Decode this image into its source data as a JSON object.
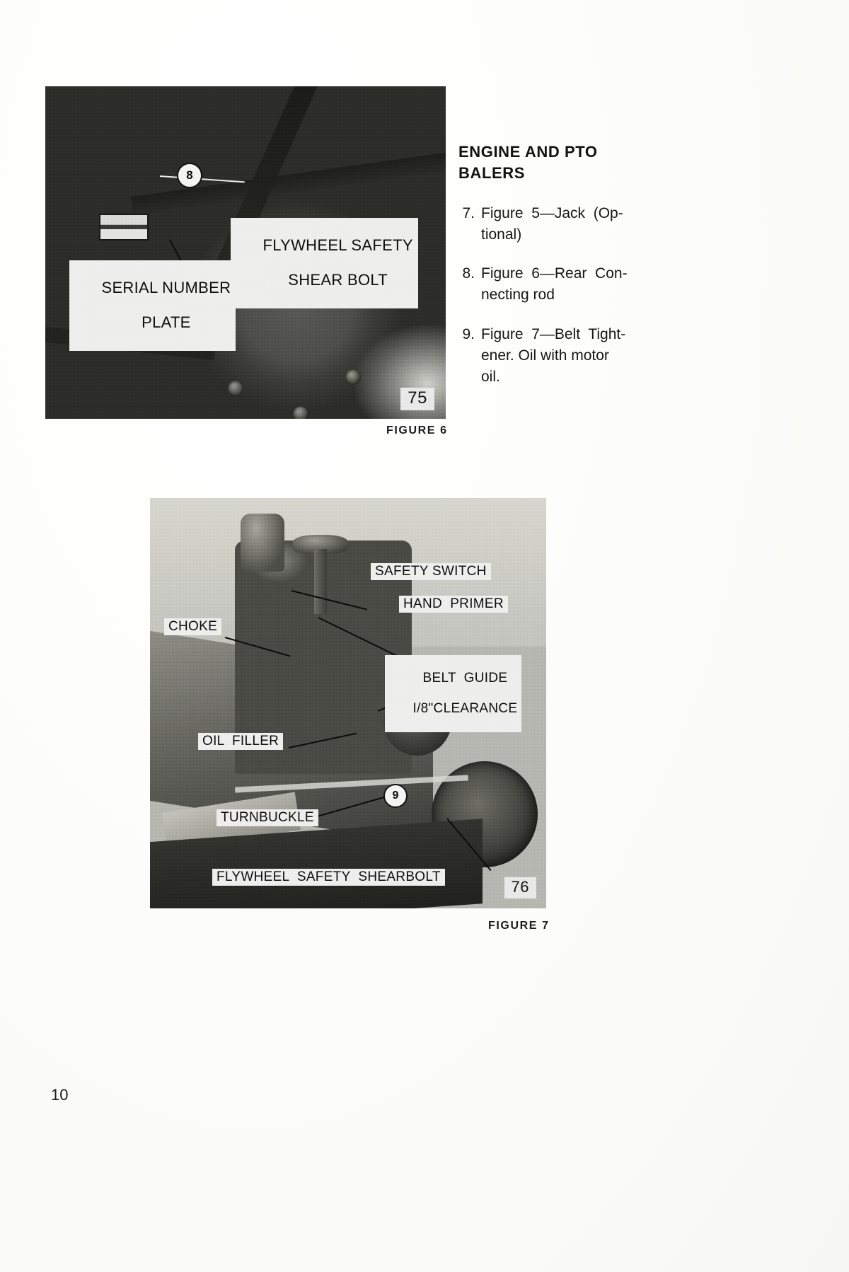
{
  "page": {
    "number": "10"
  },
  "text_column": {
    "heading_line1": "ENGINE AND PTO",
    "heading_line2": "BALERS",
    "items": [
      {
        "number": "7.",
        "lines": [
          "Figure  5—Jack  (Op-",
          "tional)"
        ],
        "text": "Figure 5—Jack (Optional)"
      },
      {
        "number": "8.",
        "lines": [
          "Figure  6—Rear  Con-",
          "necting rod"
        ],
        "text": "Figure 6—Rear Connecting rod"
      },
      {
        "number": "9.",
        "lines": [
          "Figure  7—Belt  Tight-",
          "ener. Oil with motor",
          "oil."
        ],
        "text": "Figure 7—Belt Tightener. Oil with motor oil."
      }
    ]
  },
  "figure6": {
    "caption": "FIGURE  6",
    "photo_number": "75",
    "badge": "8",
    "callouts": [
      {
        "id": "flywheel-safety-shear-bolt",
        "lines": [
          "FLYWHEEL SAFETY",
          "SHEAR BOLT"
        ]
      },
      {
        "id": "serial-number-plate",
        "lines": [
          "SERIAL NUMBER",
          "PLATE"
        ]
      }
    ]
  },
  "figure7": {
    "caption": "FIGURE  7",
    "photo_number": "76",
    "badge": "9",
    "callouts": [
      {
        "id": "safety-switch",
        "lines": [
          "SAFETY SWITCH"
        ]
      },
      {
        "id": "hand-primer",
        "lines": [
          "HAND  PRIMER"
        ]
      },
      {
        "id": "choke",
        "lines": [
          "CHOKE"
        ]
      },
      {
        "id": "belt-guide",
        "lines": [
          "BELT  GUIDE",
          "I/8\"CLEARANCE"
        ]
      },
      {
        "id": "oil-filler",
        "lines": [
          "OIL  FILLER"
        ]
      },
      {
        "id": "turnbuckle",
        "lines": [
          "TURNBUCKLE"
        ]
      },
      {
        "id": "flywheel-safety-shearbolt",
        "lines": [
          "FLYWHEEL  SAFETY  SHEARBOLT"
        ]
      }
    ]
  },
  "colors": {
    "paper": "#fdfdfb",
    "ink": "#121212",
    "label_bg": "#ececea"
  }
}
